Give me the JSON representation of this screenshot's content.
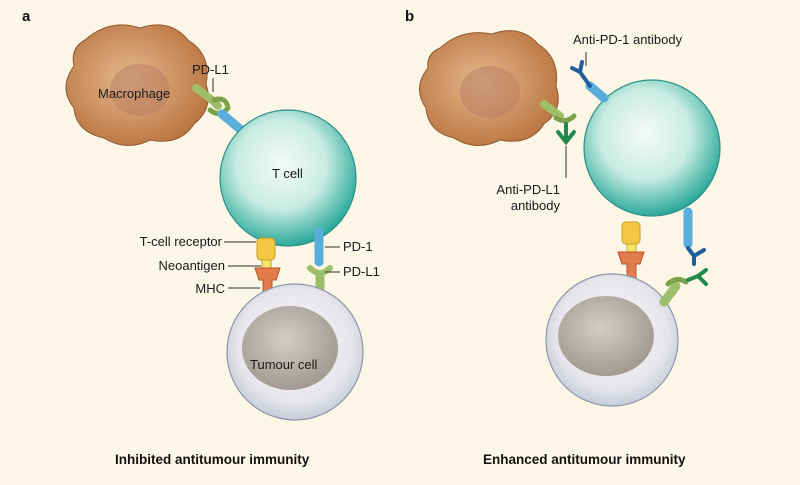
{
  "panel_a": {
    "letter": "a",
    "caption": "Inhibited antitumour immunity",
    "labels": {
      "macrophage": "Macrophage",
      "pdl1_top": "PD-L1",
      "t_cell": "T cell",
      "t_cell_receptor": "T-cell receptor",
      "pd1": "PD-1",
      "neoantigen": "Neoantigen",
      "pdl1_bottom": "PD-L1",
      "mhc": "MHC",
      "tumour_cell": "Tumour cell"
    }
  },
  "panel_b": {
    "letter": "b",
    "caption": "Enhanced antitumour immunity",
    "labels": {
      "anti_pd1": "Anti-PD-1 antibody",
      "anti_pdl1_line1": "Anti-PD-L1",
      "anti_pdl1_line2": "antibody"
    }
  },
  "colors": {
    "background": "#fbf6e6",
    "macrophage": "#c98a55",
    "t_cell": "#3fb7a8",
    "tumour_cell": "#d9d6dc",
    "pd1": "#5aaedb",
    "pdl1": "#9fbe6a",
    "tcr": "#f3c744",
    "mhc": "#e47b4d",
    "anti_pd1": "#1f5f9c",
    "anti_pdl1": "#1f8a4c"
  }
}
